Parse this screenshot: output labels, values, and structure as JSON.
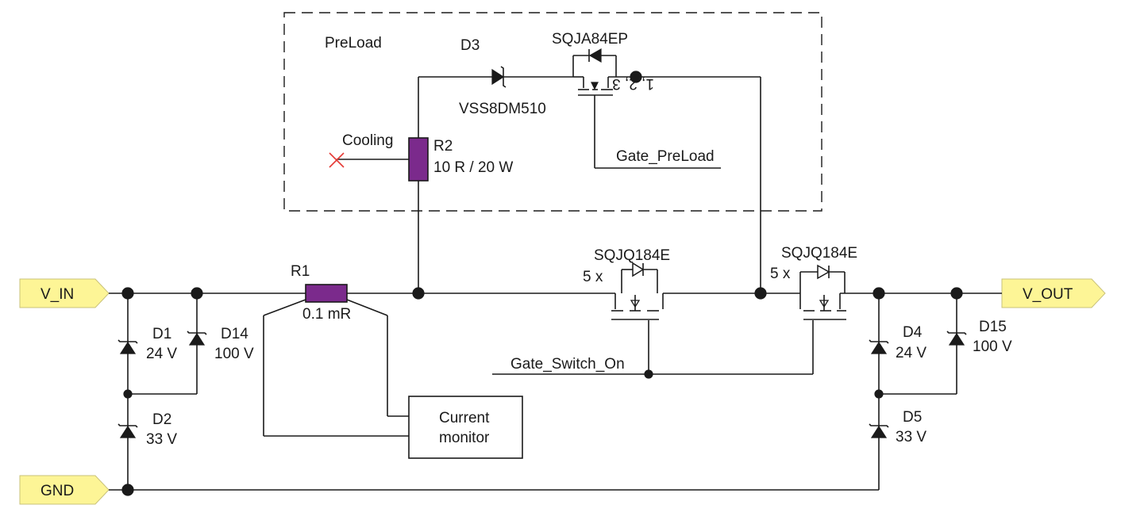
{
  "colors": {
    "port_fill": "#fdf596",
    "resistor_fill": "#7b2a8c",
    "wire": "#1a1a1a",
    "no_connect": "#e53935"
  },
  "ports": {
    "v_in": "V_IN",
    "v_out": "V_OUT",
    "gnd": "GND"
  },
  "preload": {
    "title": "PreLoad",
    "cooling": "Cooling",
    "d3_ref": "D3",
    "d3_part": "VSS8DM510",
    "mosfet_part": "SQJA84EP",
    "mosfet_pins": "1, 2, 3",
    "r2_ref": "R2",
    "r2_value": "10 R / 20 W",
    "gate_net": "Gate_PreLoad"
  },
  "main": {
    "r1_ref": "R1",
    "r1_value": "0.1 mR",
    "switch1_part": "SQJQ184E",
    "switch1_count": "5 x",
    "switch2_part": "SQJQ184E",
    "switch2_count": "5 x",
    "gate_net": "Gate_Switch_On",
    "monitor_line1": "Current",
    "monitor_line2": "monitor"
  },
  "input_protection": {
    "d1_ref": "D1",
    "d1_value": "24 V",
    "d14_ref": "D14",
    "d14_value": "100 V",
    "d2_ref": "D2",
    "d2_value": "33 V"
  },
  "output_protection": {
    "d4_ref": "D4",
    "d4_value": "24 V",
    "d15_ref": "D15",
    "d15_value": "100 V",
    "d5_ref": "D5",
    "d5_value": "33 V"
  }
}
